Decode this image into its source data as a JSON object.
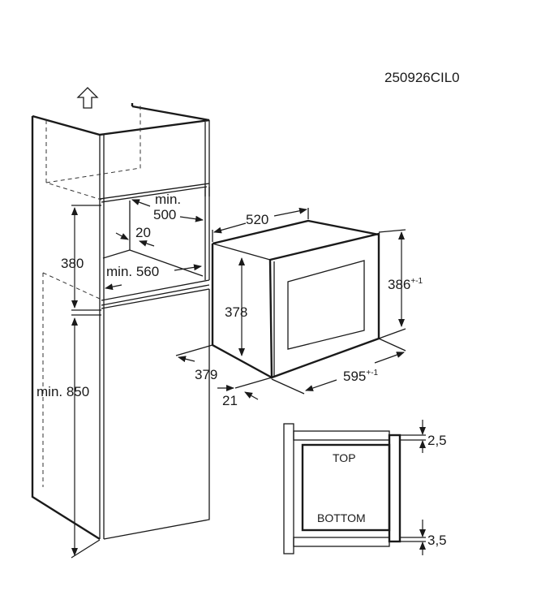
{
  "drawing_code": "250926CIL0",
  "cabinet": {
    "niche_depth_label": "min.",
    "niche_depth_value": "500",
    "back_gap": "20",
    "niche_height": "380",
    "niche_width": "min. 560",
    "base_height": "min. 850"
  },
  "appliance": {
    "depth": "520",
    "body_height": "378",
    "front_height": "386",
    "front_height_tolerance": "+-1",
    "side_depth": "379",
    "front_thickness": "21",
    "front_width": "595",
    "front_width_tolerance": "+-1"
  },
  "section": {
    "top_label": "TOP",
    "bottom_label": "BOTTOM",
    "top_gap": "2,5",
    "bottom_gap": "3,5"
  }
}
